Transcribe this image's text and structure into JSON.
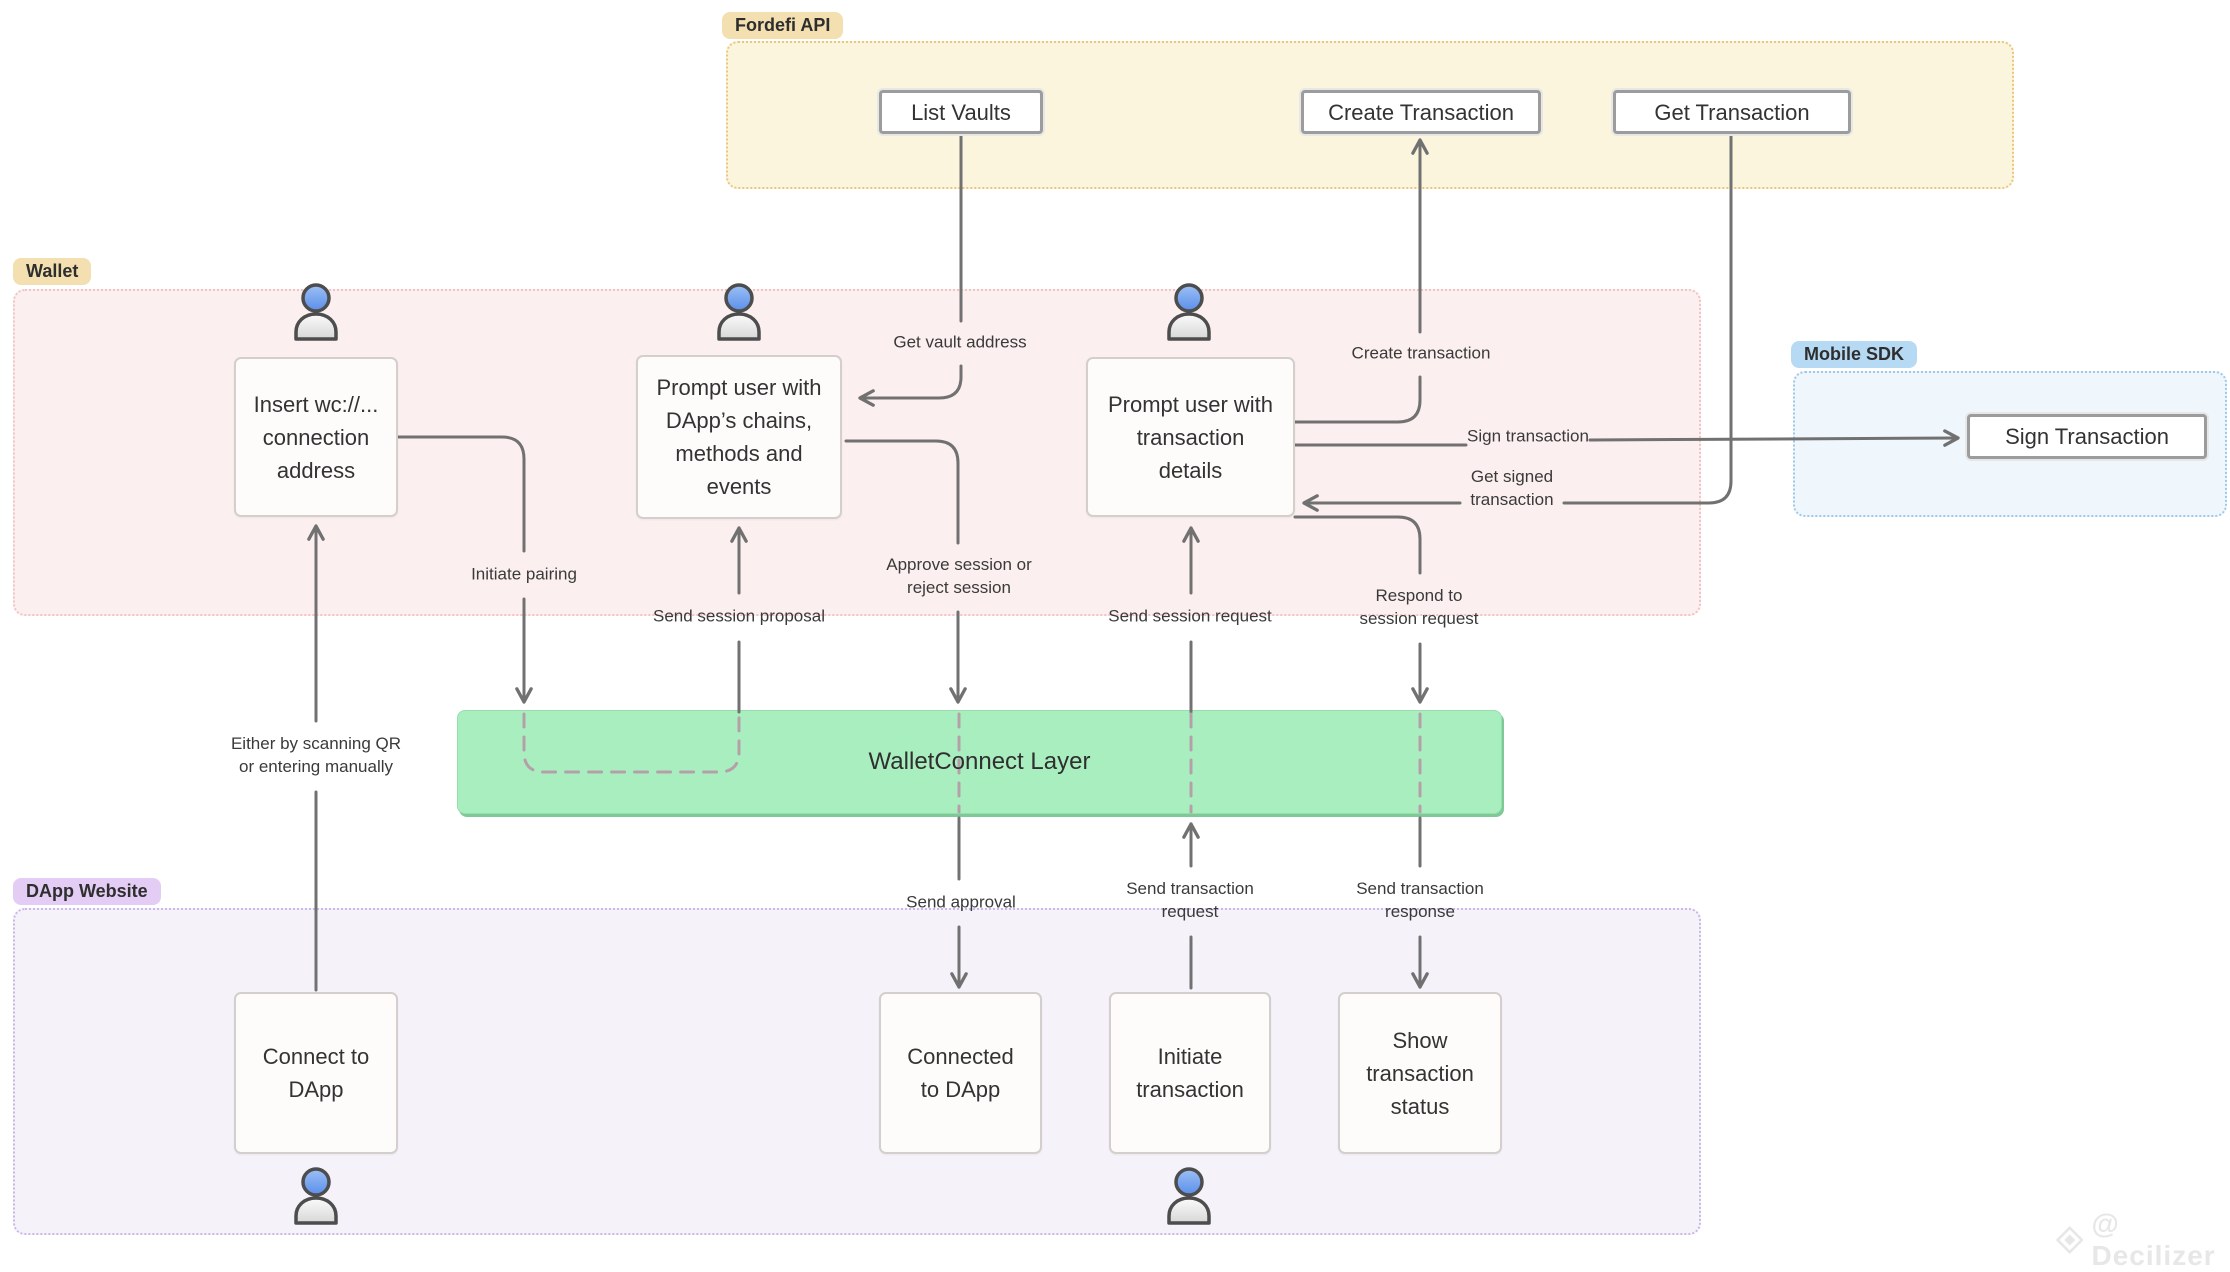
{
  "clusters": {
    "fordefi": {
      "label": "Fordefi API"
    },
    "wallet": {
      "label": "Wallet"
    },
    "mobile_sdk": {
      "label": "Mobile SDK"
    },
    "dapp_website": {
      "label": "DApp Website"
    },
    "walletconnect": {
      "label": "WalletConnect Layer"
    }
  },
  "nodes": {
    "list_vaults": {
      "label": "List Vaults"
    },
    "create_tx": {
      "label": "Create Transaction"
    },
    "get_tx": {
      "label": "Get Transaction"
    },
    "sign_tx": {
      "label": "Sign Transaction"
    },
    "insert_wc": {
      "label": "Insert wc://...\nconnection\naddress"
    },
    "prompt_chains": {
      "label": "Prompt user with\nDApp’s chains,\nmethods and\nevents"
    },
    "prompt_details": {
      "label": "Prompt user with\ntransaction\ndetails"
    },
    "connect_dapp": {
      "label": "Connect to\nDApp"
    },
    "connected_dapp": {
      "label": "Connected\nto DApp"
    },
    "initiate_tx": {
      "label": "Initiate\ntransaction"
    },
    "show_status": {
      "label": "Show\ntransaction\nstatus"
    }
  },
  "edge_labels": {
    "get_vault_address": {
      "label": "Get vault address"
    },
    "create_transaction": {
      "label": "Create transaction"
    },
    "sign_transaction": {
      "label": "Sign transaction"
    },
    "get_signed_tx": {
      "label": "Get signed\ntransaction"
    },
    "initiate_pairing": {
      "label": "Initiate pairing"
    },
    "approve_session": {
      "label": "Approve session or\nreject session"
    },
    "send_session_proposal": {
      "label": "Send session proposal"
    },
    "send_session_request": {
      "label": "Send session request"
    },
    "respond_session": {
      "label": "Respond to\nsession request"
    },
    "either_qr": {
      "label": "Either by scanning QR\nor entering manually"
    },
    "send_approval": {
      "label": "Send approval"
    },
    "send_tx_request": {
      "label": "Send transaction\nrequest"
    },
    "send_tx_response": {
      "label": "Send transaction\nresponse"
    }
  },
  "watermark": {
    "text": "@ Decilizer"
  },
  "theme": {
    "cream": "#fbf5de",
    "cream-border": "#e8c87f",
    "tan-chip": "#f3dfb0",
    "pink": "#fbf0ef",
    "pink-border": "#f2c3c3",
    "blue": "#eff6fc",
    "blue-border": "#9ec9ec",
    "blue-chip": "#b7daf4",
    "purple": "#f5f2fa",
    "purple-border": "#cbb7e8",
    "purple-chip": "#e3cdf5",
    "green": "#a9eebf",
    "green-border": "#98ddae",
    "green-shadow": "#7fc996",
    "line": "#717171",
    "dashed-line": "#b5a0aa",
    "node-border-dark": "#9c9c9c",
    "node-border-light": "#d4cfcc",
    "watermark": "#e7e7e7"
  }
}
